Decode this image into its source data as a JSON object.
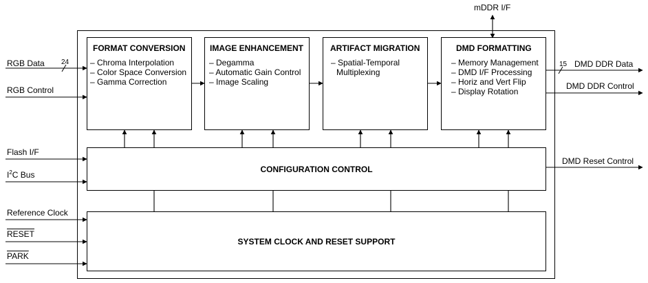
{
  "blocks": {
    "format_conversion": {
      "title": "FORMAT CONVERSION",
      "items": [
        "– Chroma Interpolation",
        "– Color Space Conversion",
        "– Gamma Correction"
      ]
    },
    "image_enhancement": {
      "title": "IMAGE ENHANCEMENT",
      "items": [
        "– Degamma",
        "– Automatic Gain Control",
        "– Image Scaling"
      ]
    },
    "artifact_migration": {
      "title": "ARTIFACT MIGRATION",
      "items": [
        "– Spatial-Temporal",
        "Multiplexing"
      ]
    },
    "dmd_formatting": {
      "title": "DMD FORMATTING",
      "items": [
        "– Memory Management",
        "– DMD I/F Processing",
        "– Horiz and Vert Flip",
        "– Display Rotation"
      ]
    },
    "configuration_control": {
      "title": "CONFIGURATION CONTROL"
    },
    "system_clock": {
      "title": "SYSTEM CLOCK AND RESET SUPPORT"
    }
  },
  "inputs": {
    "rgb_data": "RGB Data",
    "rgb_data_width": "24",
    "rgb_control": "RGB Control",
    "flash_if": "Flash I/F",
    "i2c_prefix": "I",
    "i2c_sup": "2",
    "i2c_suffix": "C Bus",
    "reference_clock": "Reference Clock",
    "reset": "RESET",
    "park": "PARK"
  },
  "outputs": {
    "mddr_if": "mDDR I/F",
    "dmd_ddr_data": "DMD DDR Data",
    "dmd_ddr_data_width": "15",
    "dmd_ddr_control": "DMD DDR Control",
    "dmd_reset_control": "DMD Reset Control"
  }
}
